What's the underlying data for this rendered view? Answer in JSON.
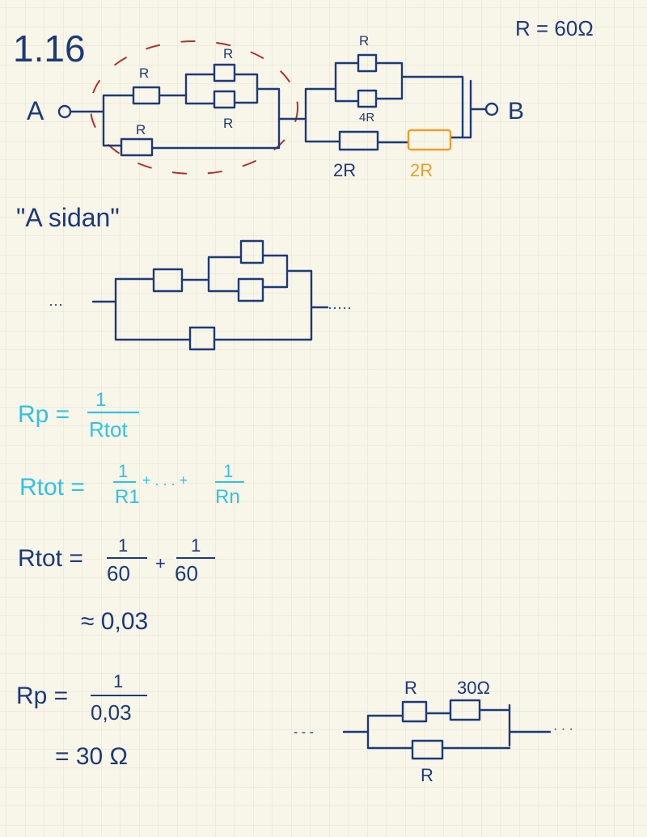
{
  "title": "1.16",
  "given": "R = 60Ω",
  "colors": {
    "ink": "#1c3a78",
    "cyan": "#2fc3e4",
    "orange": "#e8a02a",
    "red": "#b0302a",
    "paper": "#f8f5e9",
    "grid": "#e3e1d2"
  },
  "circuit1": {
    "terminal_a": "A",
    "terminal_b": "B",
    "labels": [
      "R",
      "R",
      "R",
      "R",
      "R",
      "4R",
      "2R",
      "2R"
    ]
  },
  "section": "\"A sidan\"",
  "circuit2": {
    "left_dots": "···",
    "right_dots": "·····"
  },
  "formulas": {
    "f1": {
      "lhs": "Rp =",
      "num": "1",
      "den": "Rtot"
    },
    "f2": {
      "lhs": "Rtot =",
      "num1": "1",
      "den1": "R1",
      "mid": "+ . . . +",
      "num2": "1",
      "den2": "Rn"
    },
    "f3": {
      "lhs": "Rtot =",
      "num1": "1",
      "den1": "60",
      "plus": "+",
      "num2": "1",
      "den2": "60"
    },
    "f4": "≈ 0,03",
    "f5": {
      "lhs": "Rp =",
      "num": "1",
      "den": "0,03"
    },
    "f6": "= 30 Ω"
  },
  "circuit3": {
    "left_dots": "- - -",
    "right_dots": "· · ·",
    "labels": [
      "R",
      "30Ω",
      "R"
    ]
  }
}
